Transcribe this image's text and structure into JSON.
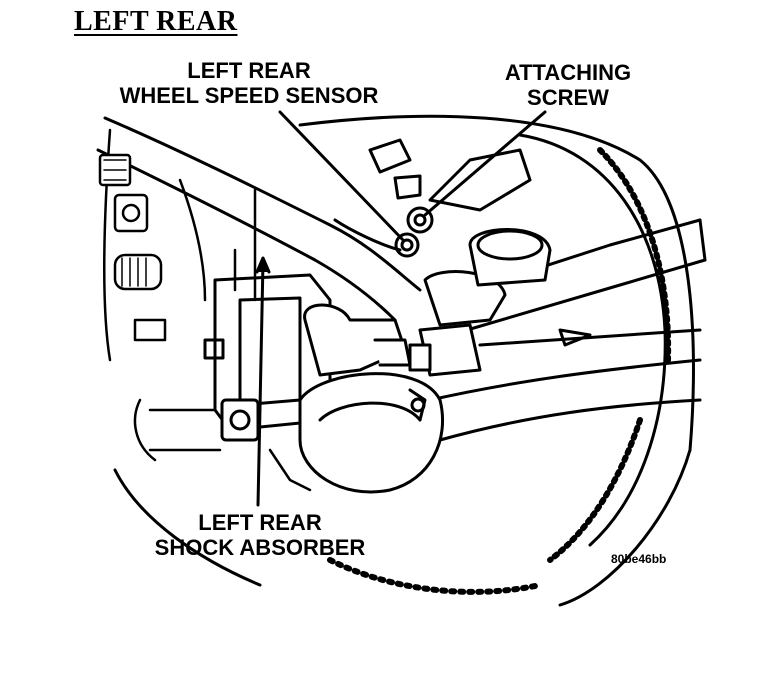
{
  "title": "LEFT REAR",
  "labels": {
    "sensor_line1": "LEFT REAR",
    "sensor_line2": "WHEEL SPEED SENSOR",
    "screw_line1": "ATTACHING",
    "screw_line2": "SCREW",
    "shock_line1": "LEFT REAR",
    "shock_line2": "SHOCK ABSORBER"
  },
  "figure_code": "80be46bb",
  "colors": {
    "ink": "#000000",
    "paper": "#ffffff"
  }
}
